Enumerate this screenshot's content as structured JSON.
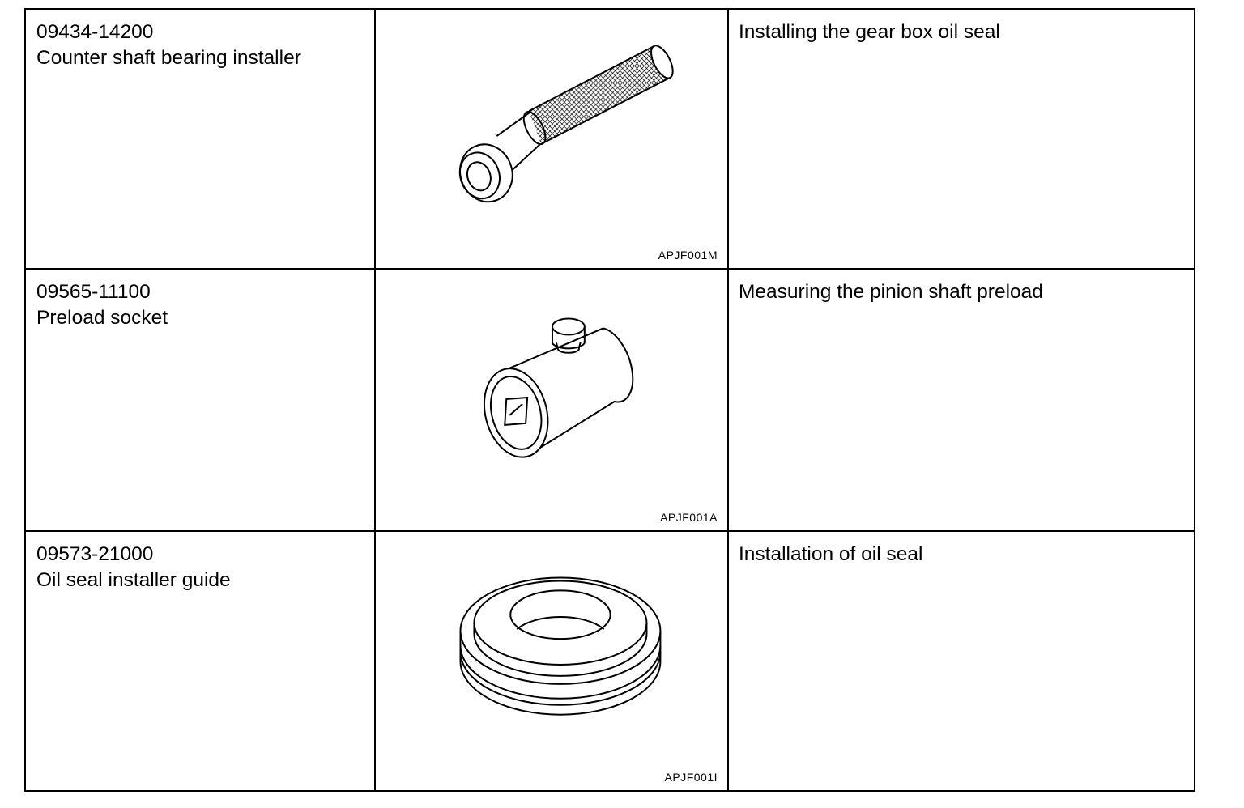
{
  "rows": [
    {
      "part_number": "09434-14200",
      "tool_name": "Counter shaft bearing installer",
      "illustration_icon": "cylindrical-installer-illustration",
      "illustration_code": "APJF001M",
      "use": "Installing the gear box oil seal"
    },
    {
      "part_number": "09565-11100",
      "tool_name": "Preload socket",
      "illustration_icon": "preload-socket-illustration",
      "illustration_code": "APJF001A",
      "use": "Measuring the pinion shaft preload"
    },
    {
      "part_number": "09573-21000",
      "tool_name": "Oil seal installer guide",
      "illustration_icon": "ring-guide-illustration",
      "illustration_code": "APJF001I",
      "use": "Installation of oil seal"
    }
  ]
}
